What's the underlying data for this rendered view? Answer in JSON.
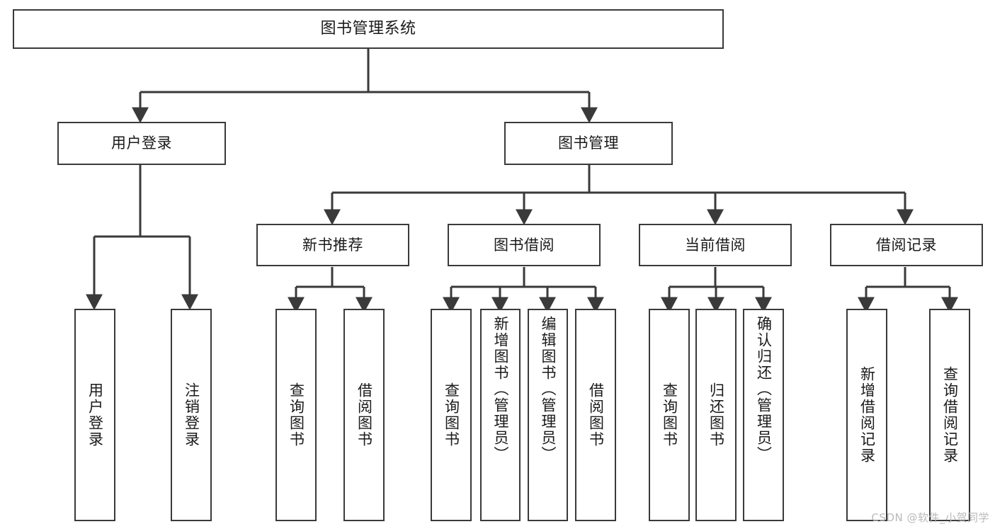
{
  "diagram": {
    "type": "tree",
    "title": "图书管理系统",
    "orientation": "top-down",
    "colors": {
      "background": "#ffffff",
      "node_border": "#3a3a3a",
      "node_fill": "#ffffff",
      "edge": "#3a3a3a",
      "text": "#1a1a1a",
      "watermark": "#b9b9b9"
    }
  },
  "nodes": {
    "root": {
      "label": "图书管理系统"
    },
    "level2": {
      "user_login": {
        "label": "用户登录"
      },
      "book_manage": {
        "label": "图书管理"
      }
    },
    "level3": {
      "new_book_recommend": {
        "label": "新书推荐"
      },
      "book_borrow": {
        "label": "图书借阅"
      },
      "current_borrow": {
        "label": "当前借阅"
      },
      "borrow_record": {
        "label": "借阅记录"
      }
    },
    "leaves": {
      "user_login": [
        {
          "label": "用户登录"
        },
        {
          "label": "注销登录"
        }
      ],
      "new_book_recommend": [
        {
          "label": "查询图书"
        },
        {
          "label": "借阅图书"
        }
      ],
      "book_borrow": [
        {
          "label": "查询图书"
        },
        {
          "label": "新增图书（管理员）"
        },
        {
          "label": "编辑图书（管理员）"
        },
        {
          "label": "借阅图书"
        }
      ],
      "current_borrow": [
        {
          "label": "查询图书"
        },
        {
          "label": "归还图书"
        },
        {
          "label": "确认归还（管理员）"
        }
      ],
      "borrow_record": [
        {
          "label": "新增借阅记录"
        },
        {
          "label": "查询借阅记录"
        }
      ]
    }
  },
  "watermark": {
    "text": "CSDN @软件_小贺同学"
  }
}
